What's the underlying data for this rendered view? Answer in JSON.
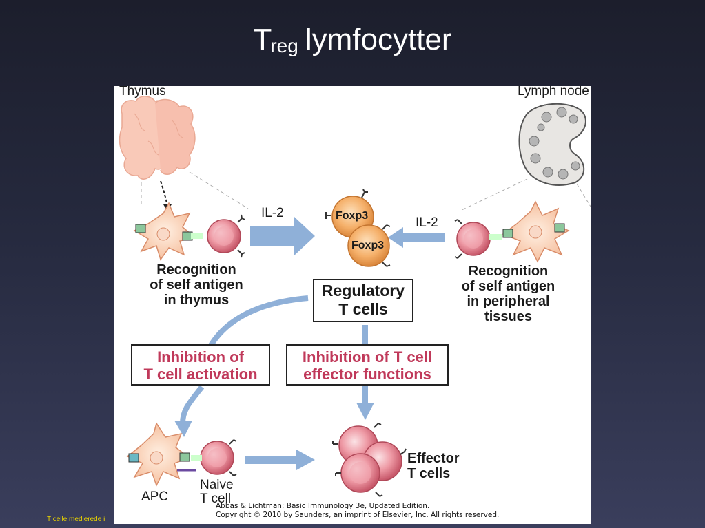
{
  "slide": {
    "title_main": "T",
    "title_sub": "reg",
    "title_rest": "lymfocytter",
    "footer": "T celle medierede i"
  },
  "diagram": {
    "thymus_label": "Thymus",
    "lymph_node_label": "Lymph node",
    "il2_left": "IL-2",
    "il2_right": "IL-2",
    "foxp3_top": "Foxp3",
    "foxp3_bottom": "Foxp3",
    "recognition_thymus": [
      "Recognition",
      "of self antigen",
      "in thymus"
    ],
    "recognition_peripheral": [
      "Recognition",
      "of self antigen",
      "in peripheral",
      "tissues"
    ],
    "regulatory_box": [
      "Regulatory",
      "T cells"
    ],
    "inhibition_activation": [
      "Inhibition of",
      "T cell activation"
    ],
    "inhibition_effector": [
      "Inhibition of T cell",
      "effector functions"
    ],
    "apc_label": "APC",
    "naive_label": [
      "Naive",
      "T cell"
    ],
    "effector_label": [
      "Effector",
      "T cells"
    ],
    "copyright": [
      "Abbas & Lichtman: Basic Immunology 3e, Updated Edition.",
      "Copyright © 2010 by Saunders, an imprint of Elsevier, Inc. All rights reserved."
    ]
  },
  "colors": {
    "arrow_blue": "#8fb0d8",
    "cell_pink": "#e78a96",
    "foxp3_orange": "#f2a75c",
    "apc_peach": "#fbd3b8",
    "box_text_red": "#c0395a"
  }
}
